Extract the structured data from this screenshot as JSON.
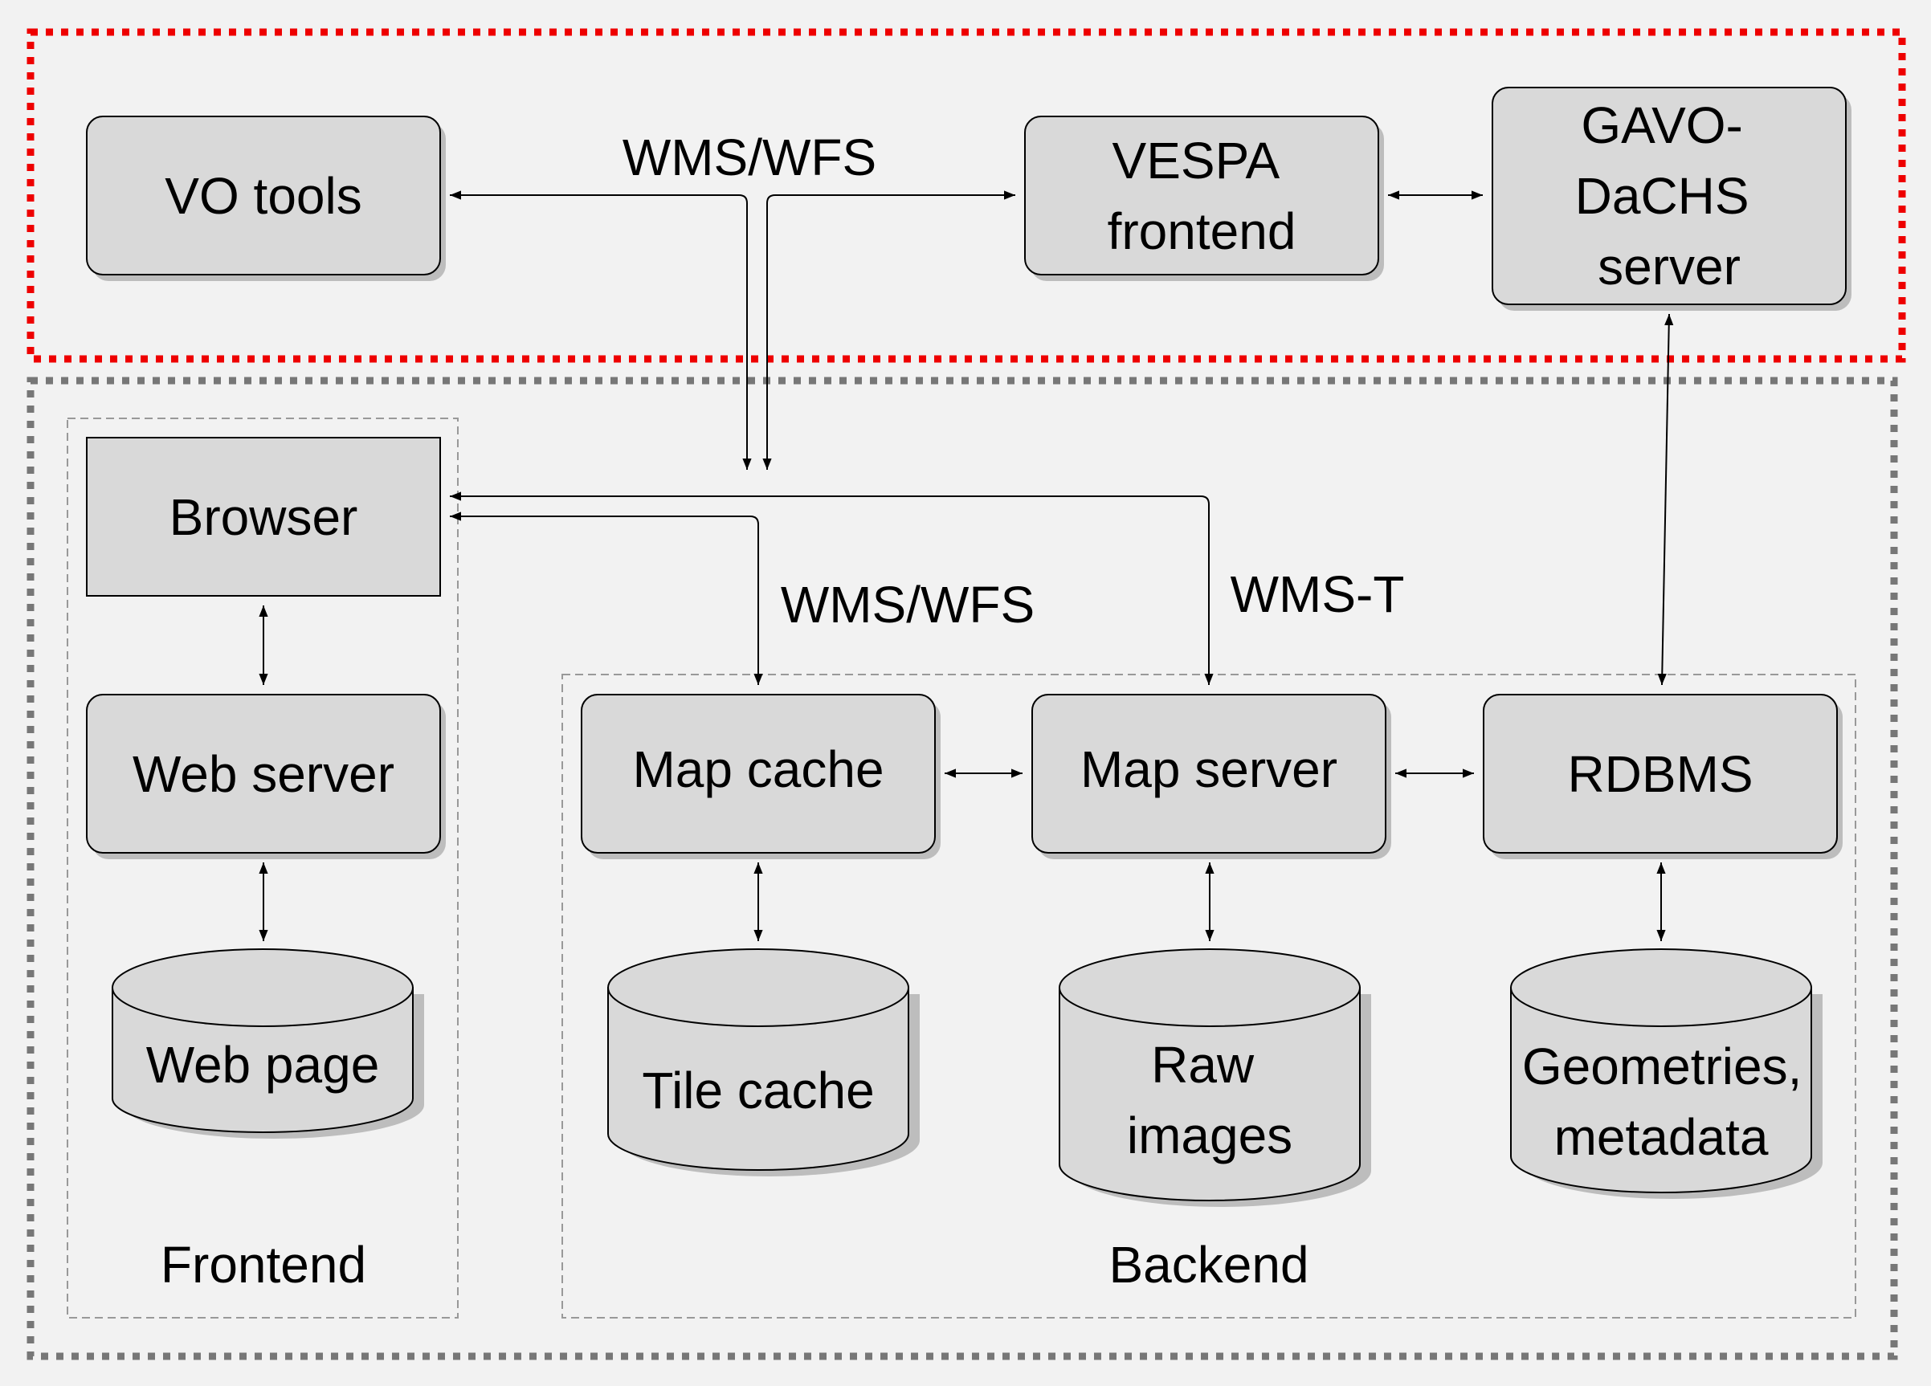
{
  "colors": {
    "background": "#f2f2f2",
    "box_fill": "#d9d9d9",
    "stroke": "#000000",
    "vo_border": "#ee0000",
    "system_border": "#777777",
    "group_border": "#999999",
    "shadow": "#bdbdbd"
  },
  "nodes": {
    "vo_tools": "VO tools",
    "vespa_frontend": [
      "VESPA",
      "frontend"
    ],
    "gavo_dachs": [
      "GAVO-",
      "DaCHS",
      "server"
    ],
    "browser": "Browser",
    "web_server": "Web server",
    "map_cache": "Map cache",
    "map_server": "Map server",
    "rdbms": "RDBMS",
    "web_page": "Web page",
    "tile_cache": "Tile cache",
    "raw_images": [
      "Raw",
      "images"
    ],
    "geometries_metadata": [
      "Geometries,",
      "metadata"
    ]
  },
  "edge_labels": {
    "wms_wfs_top": "WMS/WFS",
    "wms_wfs_middle": "WMS/WFS",
    "wms_t": "WMS-T"
  },
  "groups": {
    "frontend": "Frontend",
    "backend": "Backend"
  }
}
